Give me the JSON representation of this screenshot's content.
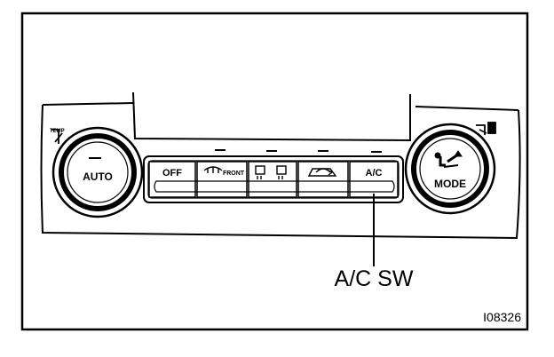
{
  "panel": {
    "auto_label": "AUTO",
    "mode_label": "MODE",
    "temp_label": "TEMP",
    "buttons": {
      "off": "OFF",
      "front": "FRONT",
      "ac": "A/C"
    }
  },
  "callout": {
    "label": "A/C SW"
  },
  "figure_id": "I08326",
  "icons": {
    "front_defrost": "front-defrost-icon",
    "rear_defrost": "rear-defrost-icon",
    "recirculation": "recirculation-icon",
    "mode": "airflow-mode-icon",
    "temp": "temp-indicator-icon"
  }
}
